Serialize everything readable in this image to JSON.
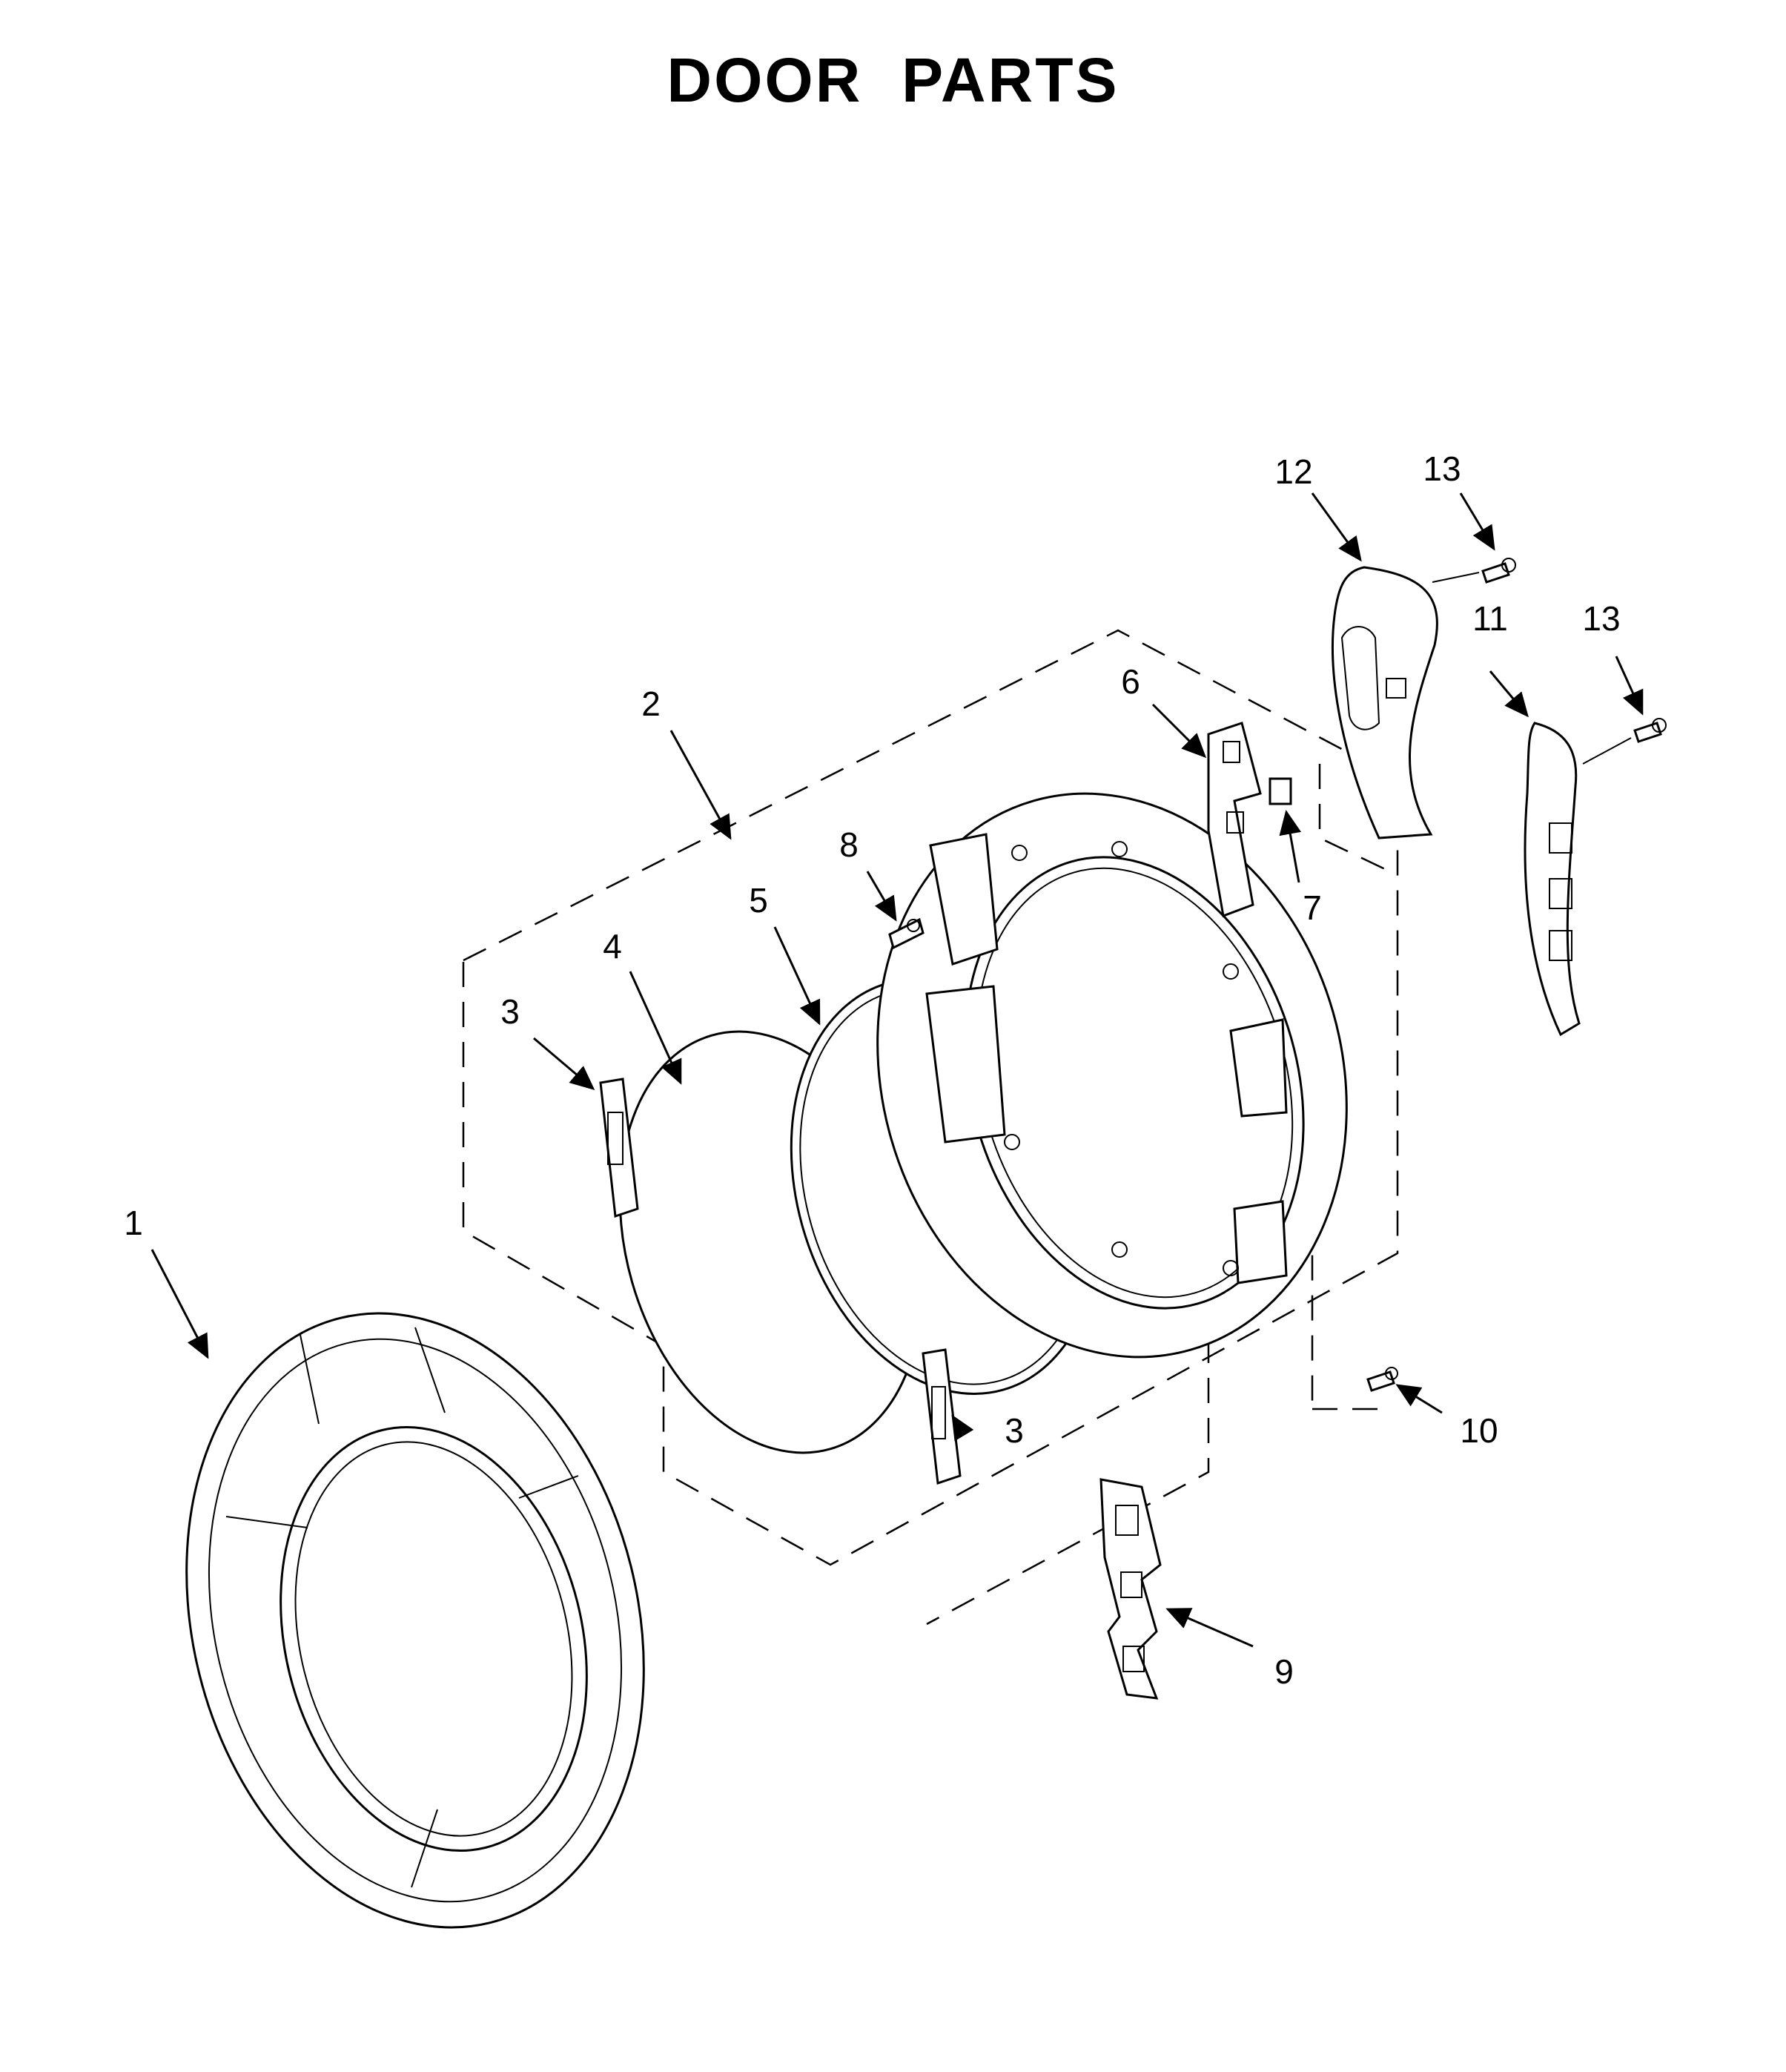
{
  "title": "DOOR  PARTS",
  "callouts": {
    "c1": "1",
    "c2": "2",
    "c3a": "3",
    "c3b": "3",
    "c4": "4",
    "c5": "5",
    "c6": "6",
    "c7": "7",
    "c8": "8",
    "c9": "9",
    "c10": "10",
    "c11": "11",
    "c12": "12",
    "c13a": "13",
    "c13b": "13"
  }
}
